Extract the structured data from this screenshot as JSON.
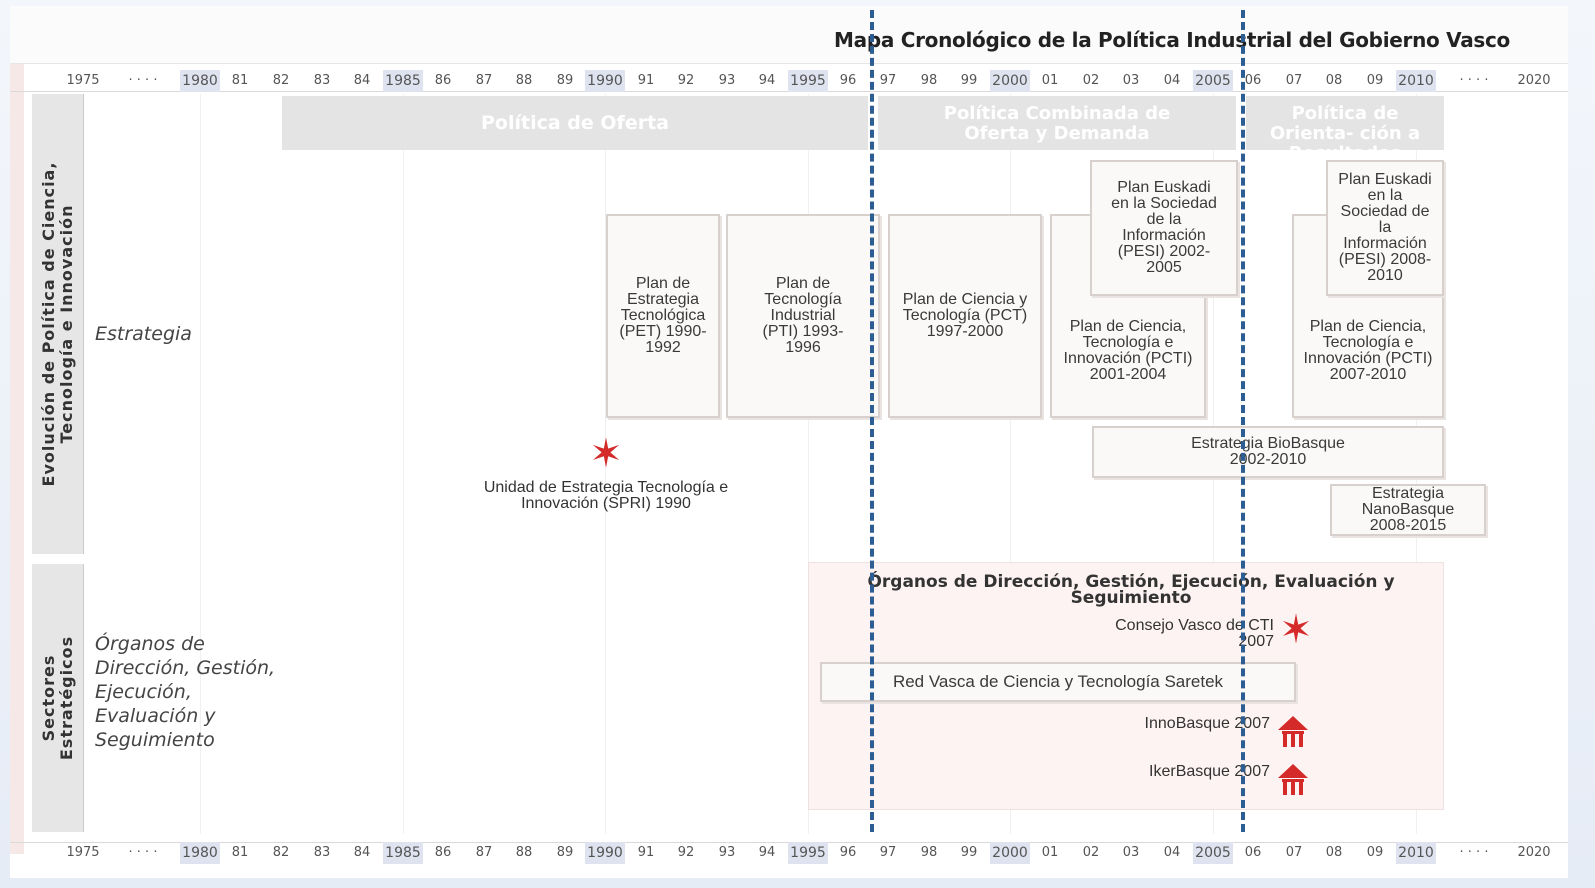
{
  "title": "Mapa Cronológico de la Política Industrial del Gobierno Vasco",
  "axis": {
    "ticks": [
      {
        "label": "1975",
        "major": false
      },
      {
        "label": "· · · ·",
        "major": false
      },
      {
        "label": "1980",
        "major": true
      },
      {
        "label": "81",
        "major": false
      },
      {
        "label": "82",
        "major": false
      },
      {
        "label": "83",
        "major": false
      },
      {
        "label": "84",
        "major": false
      },
      {
        "label": "1985",
        "major": true
      },
      {
        "label": "86",
        "major": false
      },
      {
        "label": "87",
        "major": false
      },
      {
        "label": "88",
        "major": false
      },
      {
        "label": "89",
        "major": false
      },
      {
        "label": "1990",
        "major": true
      },
      {
        "label": "91",
        "major": false
      },
      {
        "label": "92",
        "major": false
      },
      {
        "label": "93",
        "major": false
      },
      {
        "label": "94",
        "major": false
      },
      {
        "label": "1995",
        "major": true
      },
      {
        "label": "96",
        "major": false
      },
      {
        "label": "97",
        "major": false
      },
      {
        "label": "98",
        "major": false
      },
      {
        "label": "99",
        "major": false
      },
      {
        "label": "2000",
        "major": true
      },
      {
        "label": "01",
        "major": false
      },
      {
        "label": "02",
        "major": false
      },
      {
        "label": "03",
        "major": false
      },
      {
        "label": "04",
        "major": false
      },
      {
        "label": "2005",
        "major": true
      },
      {
        "label": "06",
        "major": false
      },
      {
        "label": "07",
        "major": false
      },
      {
        "label": "08",
        "major": false
      },
      {
        "label": "09",
        "major": false
      },
      {
        "label": "2010",
        "major": true
      },
      {
        "label": "· · · ·",
        "major": false
      },
      {
        "label": "2020",
        "major": false
      }
    ]
  },
  "sections": {
    "top": "Evolución de Política de Ciencia, Tecnología e Innovación",
    "bottom": "Sectores Estratégicos"
  },
  "row_labels": {
    "estrategia": "Estrategia",
    "organos": "Órganos de Dirección, Gestión, Ejecución, Evaluación y Seguimiento"
  },
  "policy_bands": [
    {
      "key": "oferta",
      "label": "Política de Oferta"
    },
    {
      "key": "combinada",
      "label": "Política Combinada de Oferta y Demanda"
    },
    {
      "key": "resultados",
      "label": "Política de Orienta- ción a Resultados"
    }
  ],
  "plans": {
    "pet": "Plan de Estrategia Tecnológica (PET) 1990-1992",
    "pti": "Plan de Tecnología Industrial (PTI) 1993-1996",
    "pct": "Plan de Ciencia y Tecnología (PCT) 1997-2000",
    "pcti1": "Plan de Ciencia, Tecnología e Innovación (PCTI) 2001-2004",
    "pesi1": "Plan Euskadi en la Sociedad de la Información (PESI) 2002-2005",
    "pcti2": "Plan de Ciencia, Tecnología e Innovación (PCTI) 2007-2010",
    "pesi2": "Plan Euskadi en la Sociedad de la Información (PESI) 2008-2010",
    "biobasque": "Estrategia BioBasque 2002-2010",
    "nanobasque": "Estrategia NanoBasque 2008-2015"
  },
  "unidad": "Unidad de Estrategia Tecnología e Innovación (SPRI) 1990",
  "organos": {
    "heading": "Órganos de Dirección, Gestión, Ejecución, Evaluación y Seguimiento",
    "consejo": "Consejo Vasco de CTI 2007",
    "saretek": "Red Vasca de Ciencia y Tecnología Saretek",
    "innobasque": "InnoBasque 2007",
    "ikerbasque": "IkerBasque 2007"
  },
  "colors": {
    "dash": "#2c5e93",
    "star": "#d42a2a",
    "band": "#e4e4e4",
    "major_tick_bg": "#dfe3f0"
  },
  "icons": {
    "star": "red-star-icon",
    "house": "red-house-icon"
  }
}
